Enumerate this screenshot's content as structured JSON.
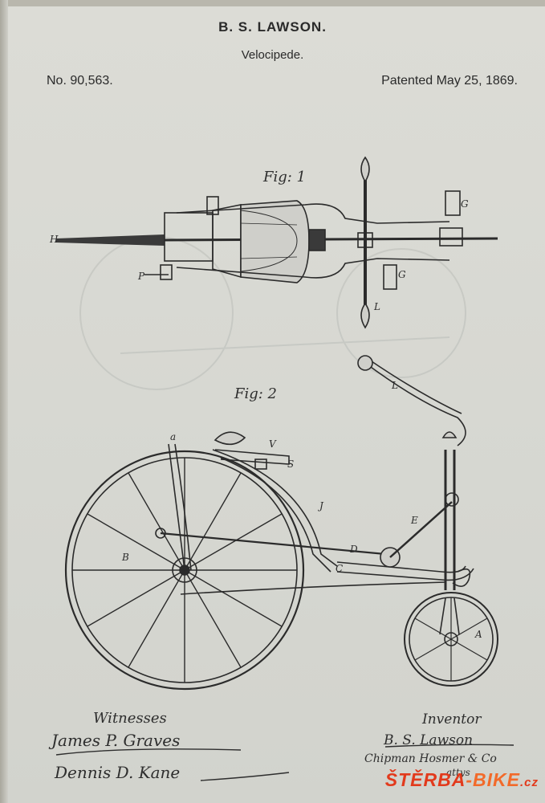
{
  "header": {
    "name": "B. S. LAWSON.",
    "title": "Velocipede.",
    "number": "No. 90,563.",
    "date": "Patented May 25, 1869."
  },
  "figures": {
    "fig1": "Fig: 1",
    "fig2": "Fig: 2"
  },
  "labels": {
    "G_top": "G",
    "G_bottom": "G",
    "H": "H",
    "P": "P",
    "L_top": "L",
    "L_fig2": "L",
    "a": "a",
    "V": "V",
    "S": "S",
    "J": "J",
    "E": "E",
    "B": "B",
    "D": "D",
    "C": "C",
    "A": "A"
  },
  "signatures": {
    "witnesses_label": "Witnesses",
    "witness_1": "James P. Graves",
    "witness_2": "Dennis D. Kane",
    "inventor_label": "Inventor",
    "inventor_name": "B. S. Lawson",
    "attorney": "Chipman Hosmer & Co",
    "attorney_suffix": "attys"
  },
  "watermark": {
    "part1": "ŠTĚRBA",
    "part2": "-BIKE",
    "part3": ".cz"
  },
  "colors": {
    "paper": "#d8d9d4",
    "ink": "#2a2a2a",
    "watermark_red": "#e23a1c",
    "watermark_orange": "#f26a2a"
  }
}
